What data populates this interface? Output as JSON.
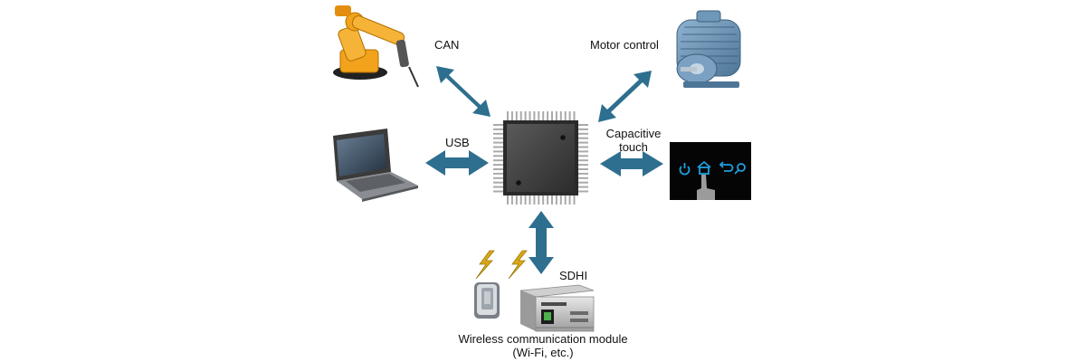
{
  "diagram": {
    "labels": {
      "can": "CAN",
      "motor_control": "Motor control",
      "usb": "USB",
      "capacitive_touch_line1": "Capacitive",
      "capacitive_touch_line2": "touch",
      "sdhi": "SDHI",
      "wireless_line1": "Wireless communication module",
      "wireless_line2": "(Wi-Fi, etc.)"
    },
    "colors": {
      "arrow": "#2e6f8f",
      "chip_body": "#3f3f3f",
      "chip_pins": "#a9a9a9",
      "robot": "#f2a21b",
      "motor": "#5f8bb0",
      "touch_screen_bg": "#050505",
      "touch_icons": "#1fa0e0",
      "lightning": "#d9a915"
    },
    "icons": [
      "industrial-robot-icon",
      "electric-motor-icon",
      "laptop-icon",
      "touch-panel-icon",
      "wireless-module-icon",
      "sd-card-reader-icon",
      "microcontroller-chip-icon"
    ]
  }
}
